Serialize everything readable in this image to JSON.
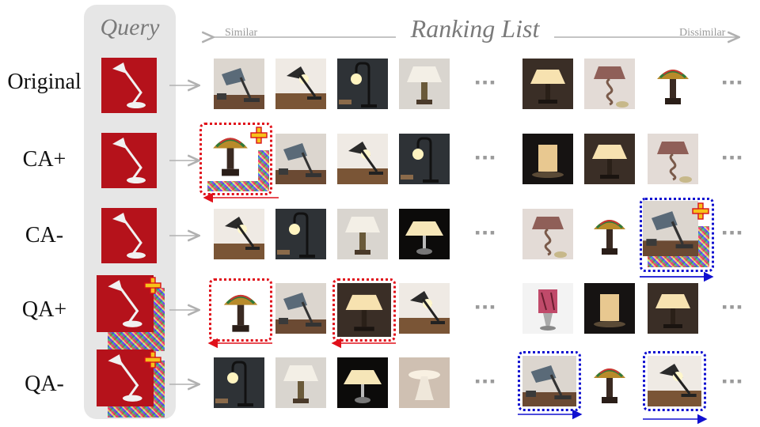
{
  "header": {
    "query_title": "Query",
    "ranking_title": "Ranking List",
    "similar_label": "Similar",
    "dissimilar_label": "Dissimilar"
  },
  "ellipsis": "▪▪▪",
  "rows": [
    {
      "label": "Original"
    },
    {
      "label": "CA+"
    },
    {
      "label": "CA-"
    },
    {
      "label": "QA+"
    },
    {
      "label": "QA-"
    }
  ],
  "colors": {
    "query_panel": "#e6e6e6",
    "title_gray": "#7a7a7a",
    "arrow_gray": "#b0b0b0",
    "promote_red": "#e0101a",
    "demote_blue": "#1010d0",
    "query_bg_red": "#b5121b"
  },
  "icons": {
    "adversarial_marker": "plus-cross-icon",
    "perturbation_patch": "noise-patch"
  }
}
